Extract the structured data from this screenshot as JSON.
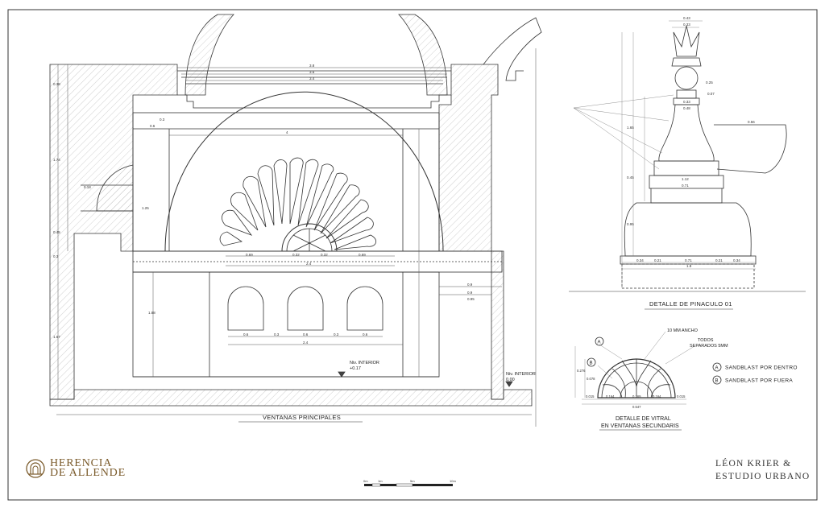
{
  "drawing": {
    "main_title": "VENTANAS PRINCIPALES",
    "pinnacle_title": "DETALLE DE PINACULO 01",
    "stained_title_l1": "DETALLE DE VITRAL",
    "stained_title_l2": "EN VENTANAS SECUNDARIS",
    "level_interior": "Niv. INTERIOR",
    "level_interior_value": "+0.17",
    "level_interior2": "Niv. INTERIOR",
    "level_interior2_value": "0.00",
    "note_width": "10 MM ANCHO",
    "note_all_l1": "TODOS",
    "note_all_l2": "SEPARADOS 5MM",
    "legend": [
      {
        "key": "A",
        "text": "SANDBLAST POR DENTRO"
      },
      {
        "key": "B",
        "text": "SANDBLAST POR FUERA"
      }
    ],
    "dims_main": [
      "3.8",
      "3.6",
      "3.4",
      "0.6",
      "0.3",
      "4",
      "2.4",
      "0.69",
      "0.32",
      "0.32",
      "0.69",
      "0.9",
      "0.6",
      "0.3",
      "0.6",
      "0.3",
      "0.6",
      "2.4",
      "0.9",
      "0.95"
    ],
    "dims_left": [
      "0.38",
      "1.74",
      "0.45",
      "0.3",
      "1.88",
      "1.67",
      "1.25",
      "0.18"
    ],
    "dims_pinnacle": [
      "0.43",
      "0.33",
      "0.25",
      "0.07",
      "0.33",
      "0.48",
      "1.12",
      "0.71",
      "1.8",
      "0.34",
      "0.21",
      "0.71",
      "0.21",
      "0.34",
      "0.56",
      "1.65",
      "0.95",
      "0.45"
    ],
    "dims_stained": [
      "0.015",
      "0.164",
      "0.169",
      "0.164",
      "0.015",
      "0.547",
      "0.078",
      "0.276"
    ],
    "scale_labels": [
      "0m",
      "1m",
      "",
      "5m",
      "",
      "10m"
    ]
  },
  "branding": {
    "logo_l1": "HERENCIA",
    "logo_l2": "DE ALLENDE",
    "studio_l1": "LÉON KRIER &",
    "studio_l2": "ESTUDIO URBANO"
  }
}
